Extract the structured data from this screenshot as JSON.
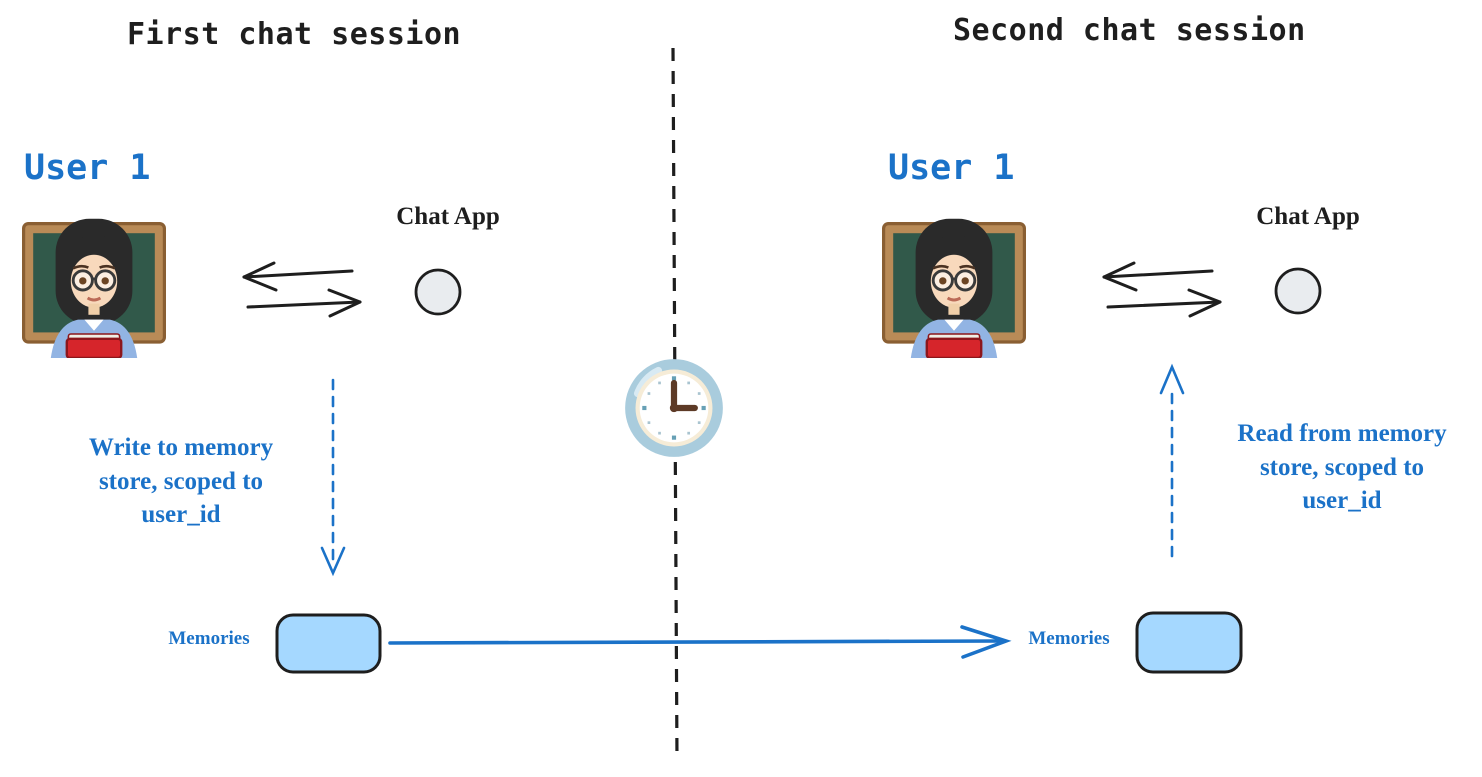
{
  "left_session": {
    "title": "First chat session",
    "user_label": "User 1",
    "user_icon": "woman-teacher-emoji",
    "chat_app_label": "Chat App",
    "memory_annotation_lines": [
      "Write to memory",
      "store, scoped to",
      "user_id"
    ],
    "memories_label": "Memories"
  },
  "right_session": {
    "title": "Second chat session",
    "user_label": "User 1",
    "user_icon": "woman-teacher-emoji",
    "chat_app_label": "Chat App",
    "memory_annotation_lines": [
      "Read from memory",
      "store, scoped to",
      "user_id"
    ],
    "memories_label": "Memories"
  },
  "divider": {
    "icon": "clock-3-oclock-emoji"
  },
  "colors": {
    "accent_blue": "#1b72c8",
    "ink": "#1e1e1e",
    "memory_box_fill": "#a5d8ff",
    "chat_circle_fill": "#e9ecef"
  }
}
